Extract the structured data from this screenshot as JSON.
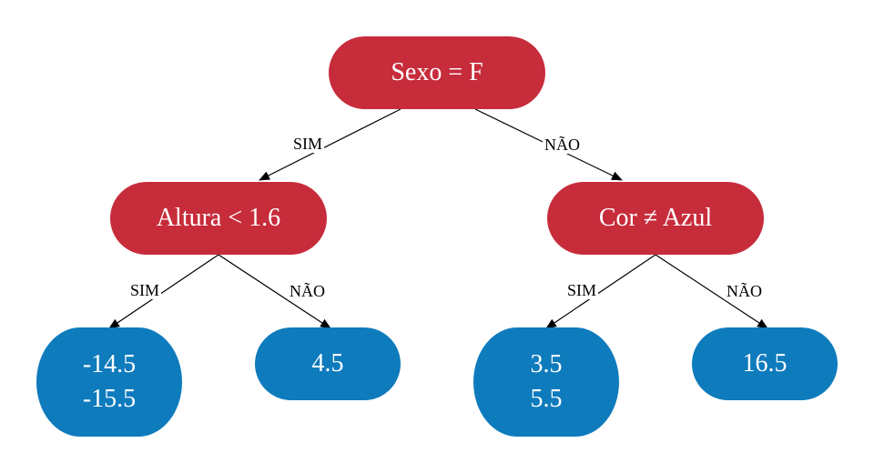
{
  "colors": {
    "decision": "#c72c3b",
    "leaf": "#0e7bbd",
    "edge": "#000000"
  },
  "nodes": {
    "root": {
      "label": "Sexo = F"
    },
    "left": {
      "label": "Altura < 1.6"
    },
    "right": {
      "label": "Cor ≠ Azul"
    },
    "leaf_ll": {
      "values": [
        "-14.5",
        "-15.5"
      ]
    },
    "leaf_lr": {
      "values": [
        "4.5"
      ]
    },
    "leaf_rl": {
      "values": [
        "3.5",
        "5.5"
      ]
    },
    "leaf_rr": {
      "values": [
        "16.5"
      ]
    }
  },
  "edges": {
    "root_left": "SIM",
    "root_right": "NÃO",
    "left_ll": "SIM",
    "left_lr": "NÃO",
    "right_rl": "SIM",
    "right_rr": "NÃO"
  }
}
